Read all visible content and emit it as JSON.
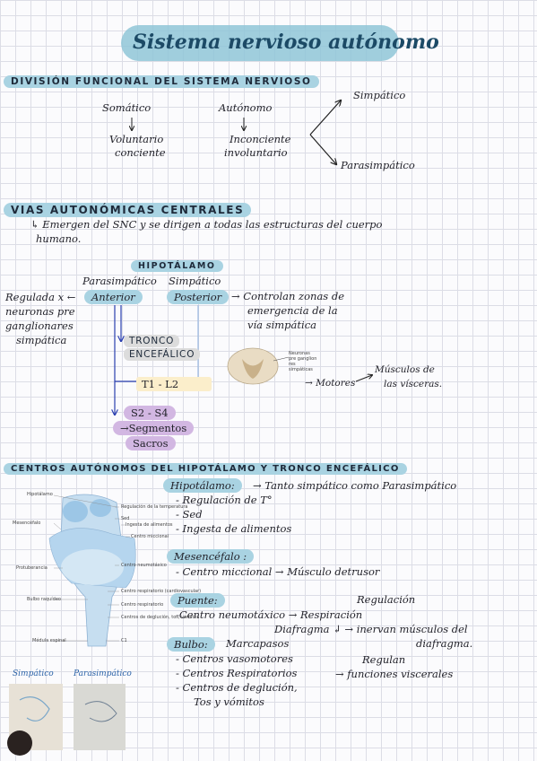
{
  "title": "Sistema nervioso autónomo",
  "sec1": {
    "heading": "DIVISIÓN FUNCIONAL DEL SISTEMA NERVIOSO",
    "somatico": "Somático",
    "voluntario": "Voluntario",
    "conciente": "conciente",
    "autonomo": "Autónomo",
    "inconciente": "Inconciente",
    "involuntario": "involuntario",
    "simpatico": "Simpático",
    "parasimpatico": "Parasimpático"
  },
  "sec2": {
    "heading": "VIAS AUTONÓMICAS CENTRALES",
    "line1": "↳ Emergen del SNC y se dirigen a todas  las estructuras del cuerpo",
    "line2": "humano.",
    "hipotalamo": "HIPOTÁLAMO",
    "parasimpatico": "Parasimpático",
    "simpatico": "Simpático",
    "anterior": "Anterior",
    "posterior": "Posterior",
    "regulada1": "Regulada x ←",
    "regulada2": "neuronas pre",
    "regulada3": "ganglionares",
    "regulada4": "simpática",
    "controlan1": "→ Controlan zonas de",
    "controlan2": "emergencia de la",
    "controlan3": "vía simpática",
    "tronco": "TRONCO",
    "encefalico": "ENCEFÁLICO",
    "t1l2": "T1 - L2",
    "s2s4": "S2 - S4",
    "segmentos": "→Segmentos",
    "sacros": "Sacros",
    "neuronas_label1": "Neuronas",
    "neuronas_label2": "pre ganglion",
    "neuronas_label3": "res",
    "neuronas_label4": "simpáticas",
    "motores": "→ Motores",
    "musculos1": "Músculos de",
    "musculos2": "las vísceras."
  },
  "sec3": {
    "heading": "CENTROS AUTÓNOMOS DEL HIPOTÁLAMO Y TRONCO ENCEFÁLICO",
    "hipotalamo_title": "Hipotálamo:",
    "hipotalamo_desc": "→ Tanto simpático  como Parasimpático",
    "hip_items": [
      "- Regulación de T°",
      "- Sed",
      "- Ingesta de alimentos"
    ],
    "mesencefalo_title": "Mesencéfalo :",
    "mes_item": "- Centro miccional → Músculo detrusor",
    "puente_title": "Puente:",
    "puente_reg": "Regulación",
    "puente_item": "-Centro neumotáxico → Respiración",
    "diafragma": "Diafragma ↲ → inervan músculos del",
    "diafragma2": "diafragma.",
    "bulbo_title": "Bulbo:",
    "marcapasos": "Marcapasos",
    "bulbo_items": [
      "- Centros vasomotores",
      "- Centros Respiratorios",
      "- Centros de deglución,",
      "Tos y vómitos"
    ],
    "regulan1": "Regulan",
    "regulan2": "→  funciones viscerales",
    "simpatico_label": "Simpático",
    "parasimpatico_label": "Parasimpático",
    "fig_labels_left": [
      "Hipotálamo",
      "Mesencéfalo",
      "Protuberancia",
      "Bulbo raquídeo",
      "Médula espinal"
    ],
    "fig_labels_right": [
      "Regulación de la temperatura",
      "Sed",
      "Ingesta de alimentos",
      "Centro miccional",
      "Centro neumotáxico",
      "Centro respiratorio (cardiovascular)",
      "Centro respiratorio",
      "Centros de deglución, tos, vómitos",
      "C1"
    ]
  }
}
